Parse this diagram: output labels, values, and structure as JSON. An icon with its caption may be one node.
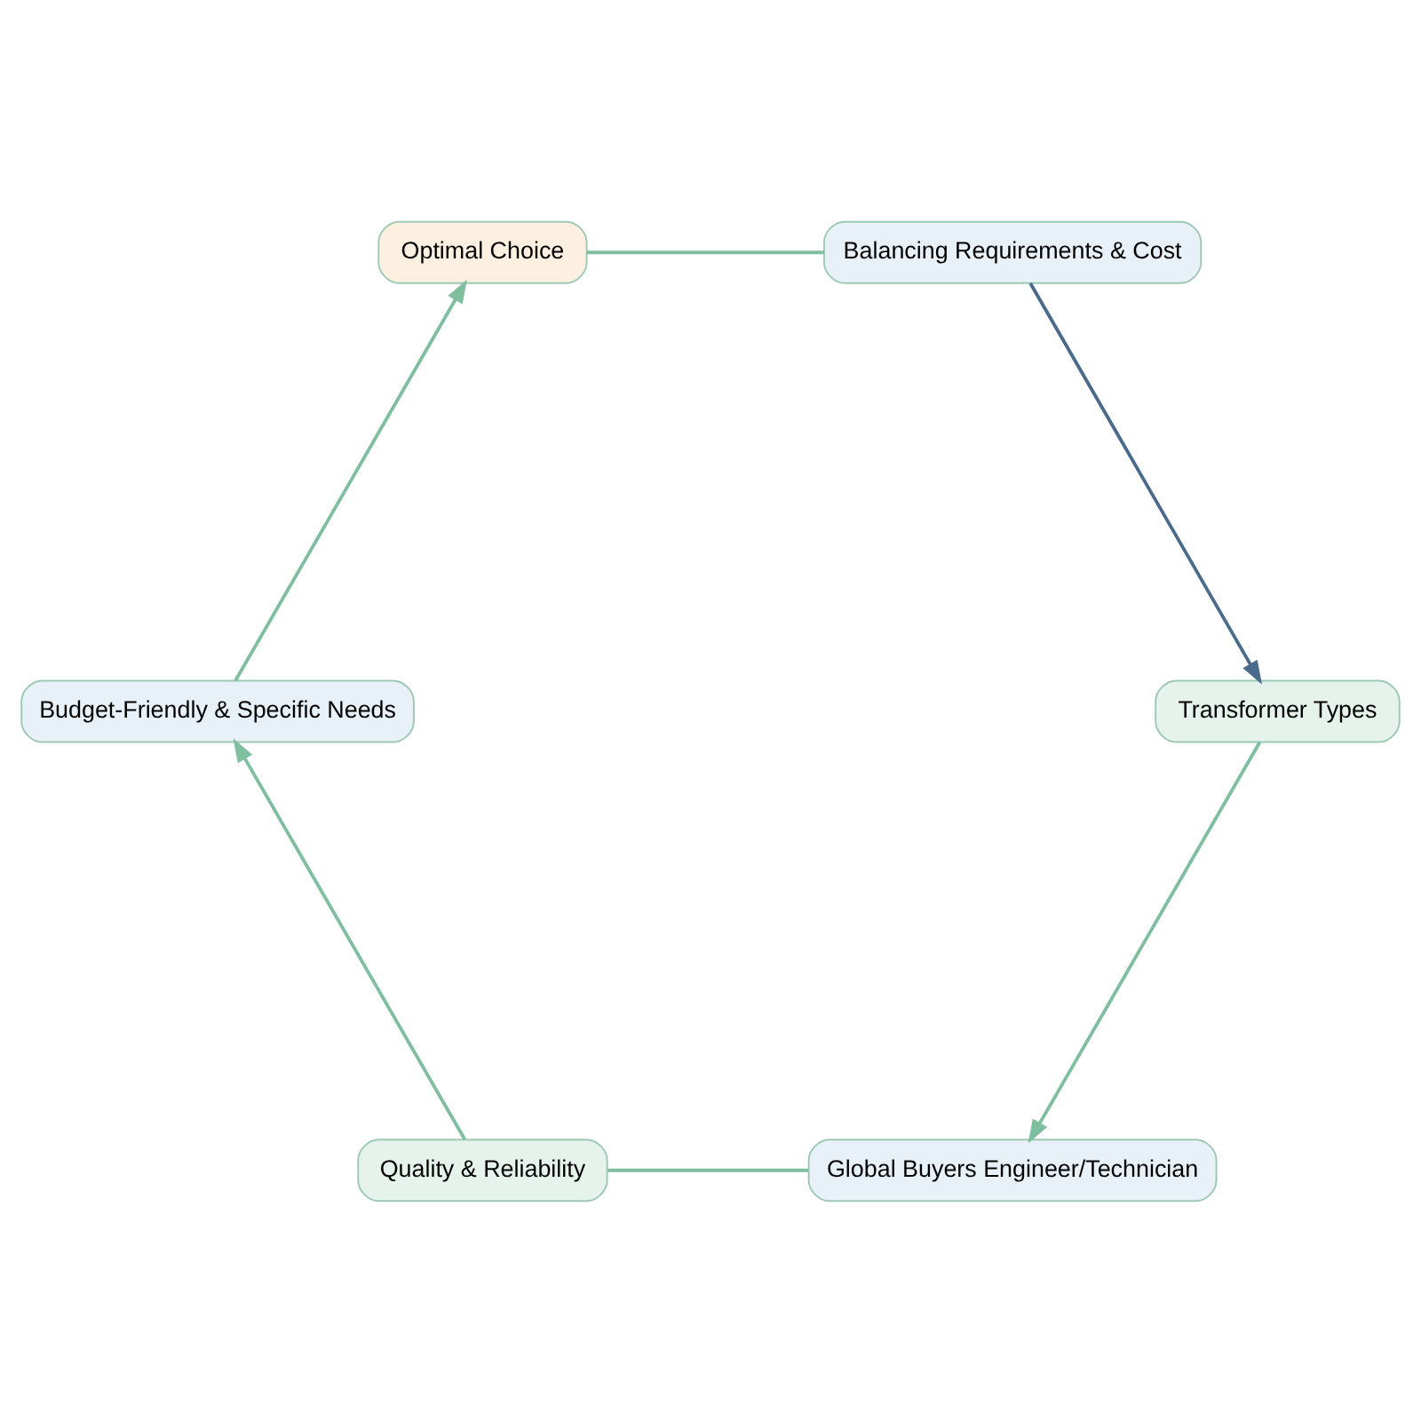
{
  "diagram": {
    "nodes": [
      {
        "text": [
          "Global Buyers Engineer/Technician"
        ]
      },
      {
        "text": [
          "Transformer Types"
        ]
      },
      {
        "text": [
          "Quality & Reliability"
        ]
      },
      {
        "text": [
          "Balancing Requirements & Cost"
        ]
      },
      {
        "text": [
          "Budget-Friendly & Specific Needs"
        ]
      },
      {
        "text": [
          "Optimal Choice"
        ]
      }
    ],
    "edges": [
      {
        "from": 1,
        "to": 0,
        "arrow": "to"
      },
      {
        "from": 0,
        "to": 2,
        "arrow": "none"
      },
      {
        "from": 2,
        "to": 4,
        "arrow": "to"
      },
      {
        "from": 4,
        "to": 5,
        "arrow": "to"
      },
      {
        "from": 5,
        "to": 3,
        "arrow": "none"
      },
      {
        "from": 3,
        "to": 1,
        "arrow": "to",
        "color": "#4a6b8c"
      }
    ]
  }
}
